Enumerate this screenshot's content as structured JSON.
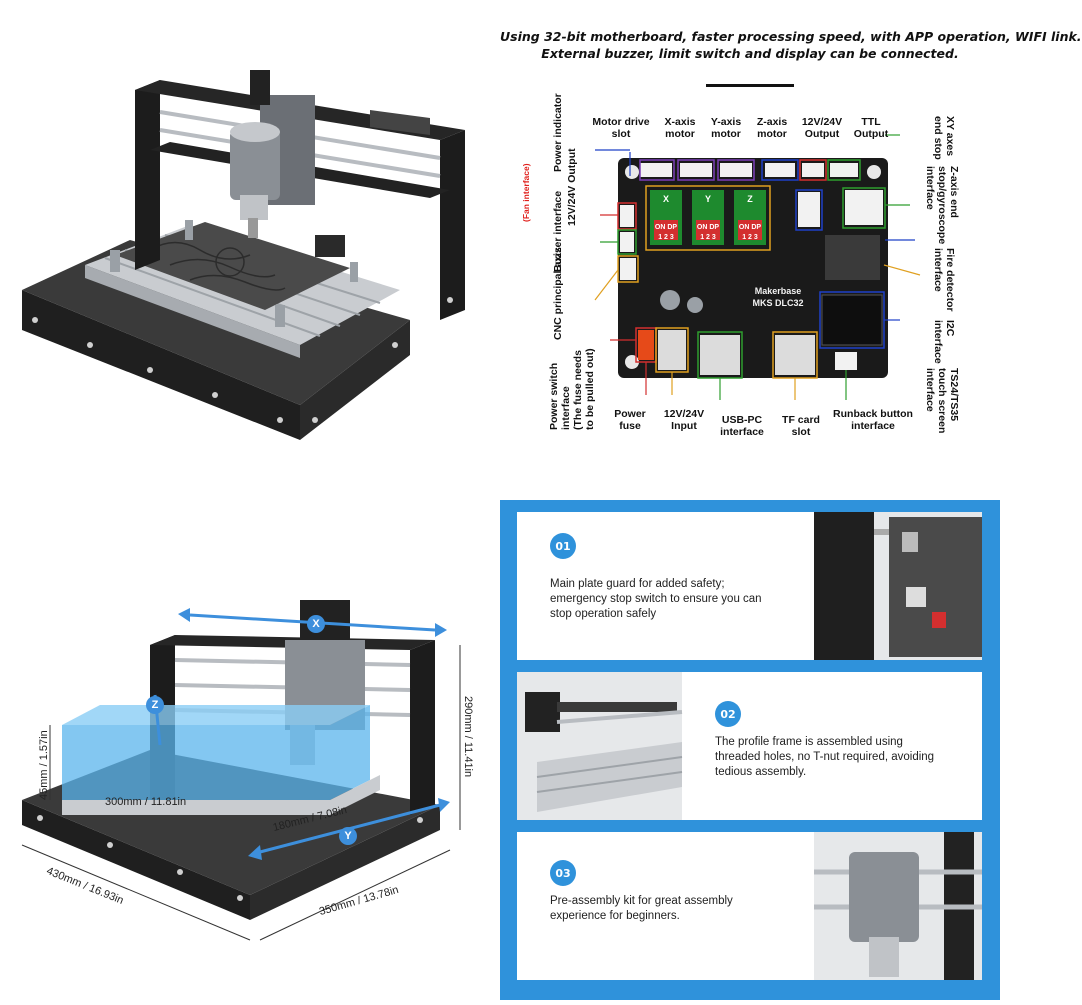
{
  "board": {
    "headline_line1": "Using 32-bit motherboard, faster processing speed, with APP operation, WIFI link.",
    "headline_line2": "External buzzer, limit switch and display can be connected.",
    "brand_line1": "Makerbase",
    "brand_line2": "MKS DLC32",
    "top_labels": {
      "motor_drive": "Motor drive slot",
      "x_motor": "X-axis motor",
      "y_motor": "Y-axis motor",
      "z_motor": "Z-axis motor",
      "out_12v": "12V/24V Output",
      "ttl": "TTL Output"
    },
    "left_labels": {
      "power_indicator": "Power indicator",
      "fan_output": "12V/24V Output",
      "fan_note": "(Fan interface)",
      "buzzer": "Buzzer interface",
      "cnc": "CNC principal axis",
      "power_switch_1": "Power switch",
      "power_switch_2": "interface",
      "power_switch_3": "(The fuse needs",
      "power_switch_4": "to be pulled out)"
    },
    "right_labels": {
      "xy_stop_1": "XY axes",
      "xy_stop_2": "end stop",
      "z_stop_1": "Z-axis end",
      "z_stop_2": "stop/gyroscope",
      "z_stop_3": "interface",
      "fire_1": "Fire detector",
      "fire_2": "interface",
      "i2c_1": "I2C",
      "i2c_2": "interface",
      "ts_1": "TS24/TS35",
      "ts_2": "touch screen",
      "ts_3": "interface"
    },
    "bottom_labels": {
      "fuse": "Power fuse",
      "input": "12V/24V Input",
      "usb": "USB-PC interface",
      "tf": "TF card slot",
      "runback": "Runback button interface"
    },
    "chip_labels": {
      "x": "X",
      "y": "Y",
      "z": "Z",
      "dip": "ON DP",
      "dip_nums": "1 2 3"
    }
  },
  "dimensions": {
    "x_axis": "X",
    "y_axis": "Y",
    "z_axis": "Z",
    "work_x": "300mm / 11.81in",
    "work_y": "180mm / 7.08in",
    "work_z": "45mm / 1.57in",
    "machine_l": "430mm / 16.93in",
    "machine_w": "350mm / 13.78in",
    "machine_h": "290mm / 11.41in"
  },
  "features": [
    {
      "num": "01",
      "text": "Main plate guard for added safety; emergency stop switch to ensure you can stop operation safely"
    },
    {
      "num": "02",
      "text": "The profile frame is assembled using threaded holes, no T-nut required, avoiding tedious assembly."
    },
    {
      "num": "03",
      "text": "Pre-assembly kit for great assembly experience for beginners."
    }
  ],
  "colors": {
    "accent": "#2f92db",
    "frame": "#1c1c1c",
    "aluminum": "#c9ccd0",
    "board": "#1a1a1a",
    "fan_note": "#e0201c"
  }
}
